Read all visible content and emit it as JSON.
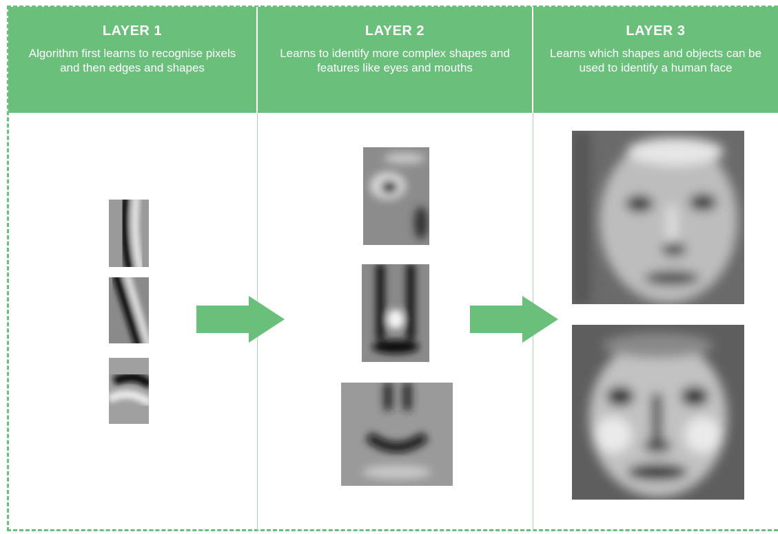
{
  "layers": [
    {
      "title": "LAYER 1",
      "description": "Algorithm first learns to recognise pixels and then edges and shapes"
    },
    {
      "title": "LAYER 2",
      "description": "Learns to identify more complex shapes and features like eyes and mouths"
    },
    {
      "title": "LAYER 3",
      "description": "Learns which shapes and objects can be used to identify a human face"
    }
  ],
  "colors": {
    "accent": "#6abf7b",
    "header_text": "#ffffff"
  },
  "icons": [
    "right-arrow-icon",
    "right-arrow-icon"
  ]
}
